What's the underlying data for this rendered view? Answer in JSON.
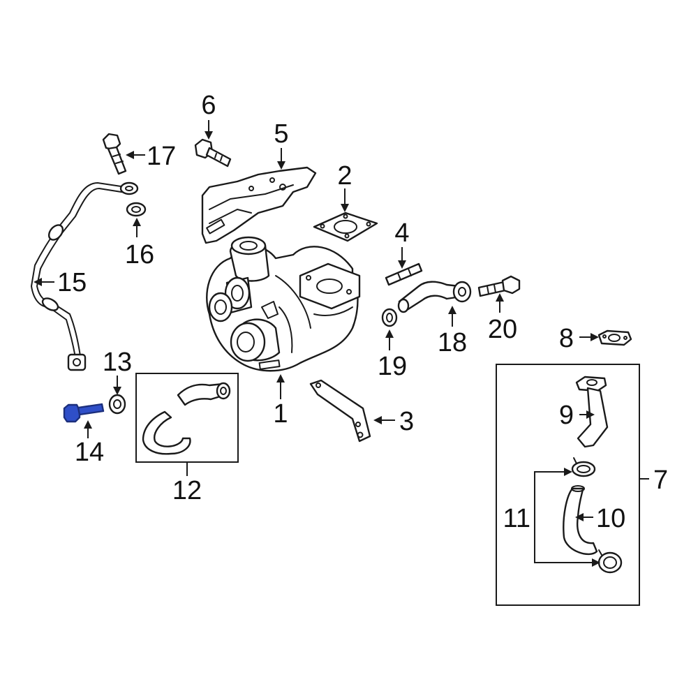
{
  "callouts": {
    "c1": "1",
    "c2": "2",
    "c3": "3",
    "c4": "4",
    "c5": "5",
    "c6": "6",
    "c7": "7",
    "c8": "8",
    "c9": "9",
    "c10": "10",
    "c11": "11",
    "c12": "12",
    "c13": "13",
    "c14": "14",
    "c15": "15",
    "c16": "16",
    "c17": "17",
    "c18": "18",
    "c19": "19",
    "c20": "20"
  },
  "highlighted_part": "14",
  "colors": {
    "highlight": "#2f4fc8",
    "line": "#1a1a1a",
    "background": "#ffffff"
  }
}
